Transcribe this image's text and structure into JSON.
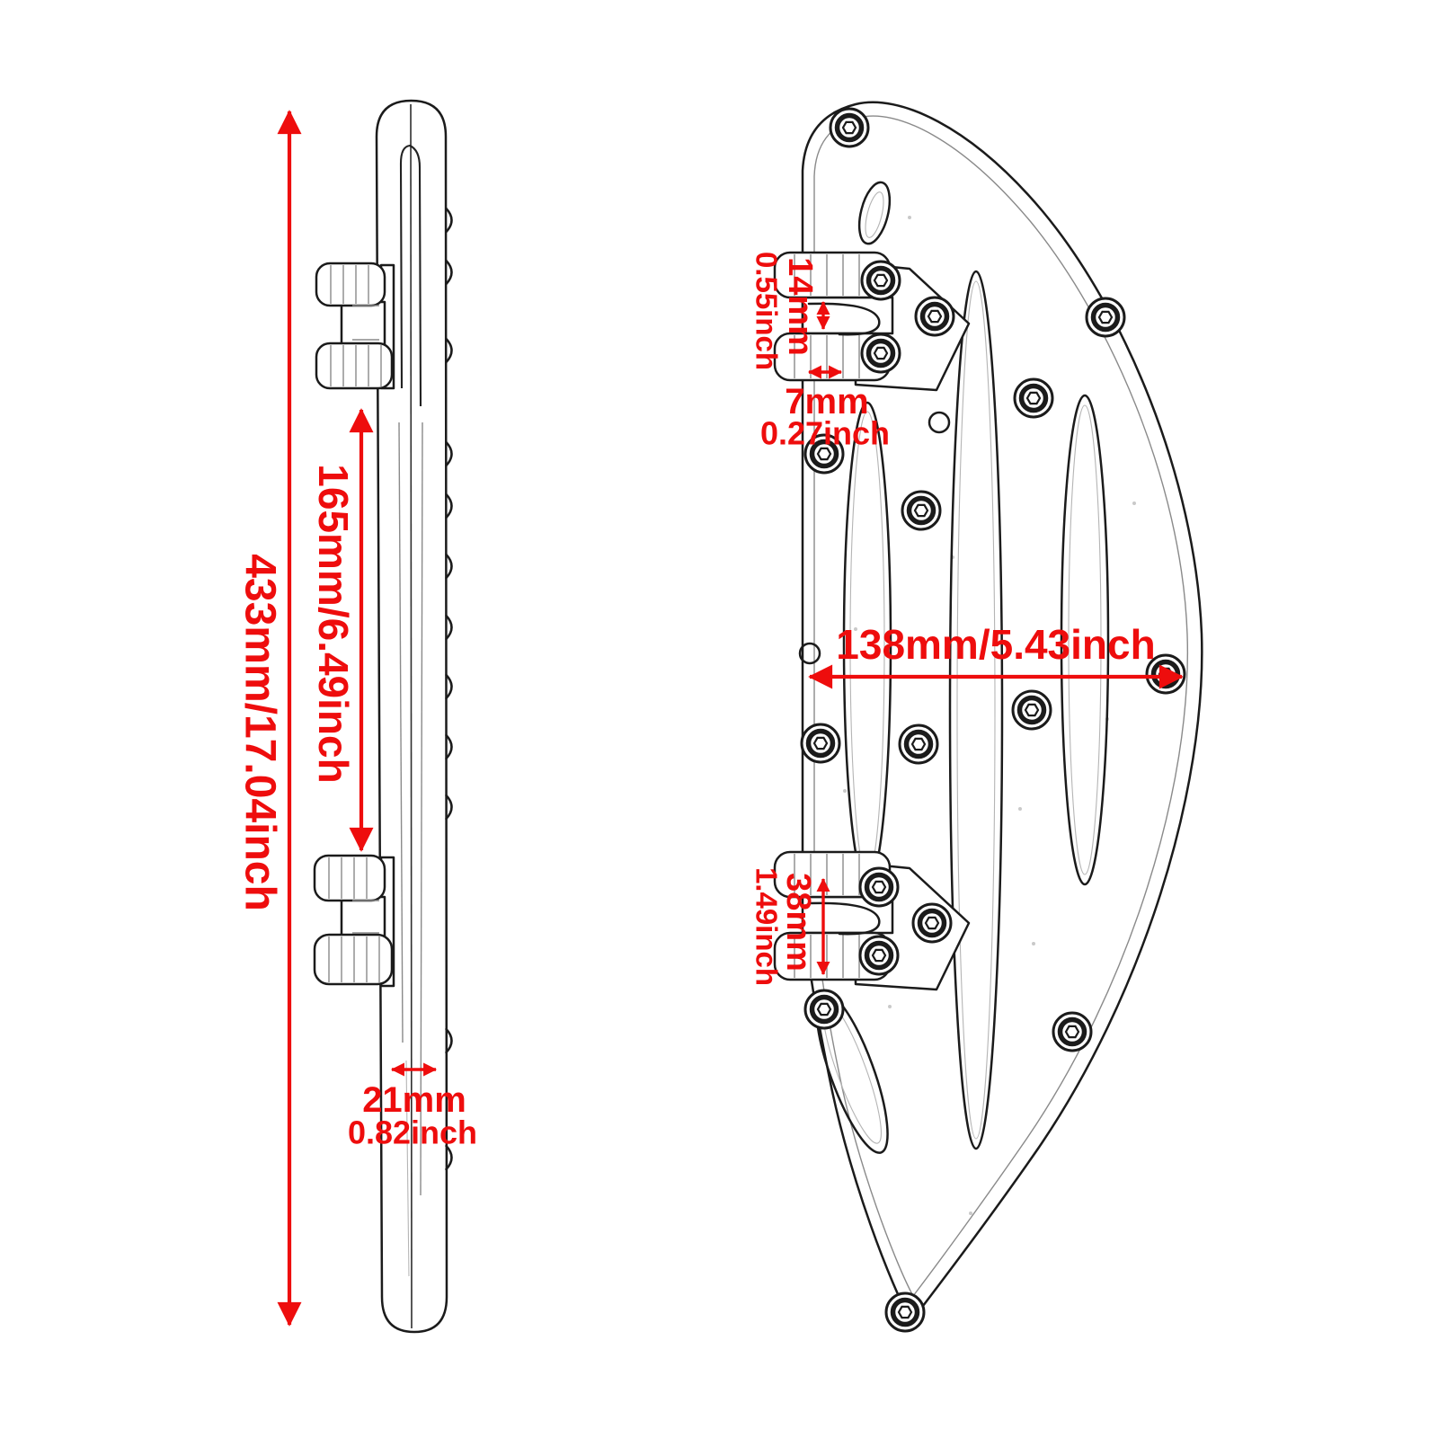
{
  "colors": {
    "dimension_red": "#ee0d0d",
    "drawing_line": "#1b1b1b",
    "background": "#ffffff"
  },
  "dimensions": {
    "overall_length": {
      "label": "433mm/17.04inch"
    },
    "clamp_spacing": {
      "label": "165mm/6.49inch"
    },
    "board_thickness": {
      "mm": "21mm",
      "inch": "0.82inch"
    },
    "clamp_jaw_gap": {
      "mm": "14mm",
      "inch": "0.55inch"
    },
    "edge_offset": {
      "mm": "7mm",
      "inch": "0.27inch"
    },
    "board_width": {
      "label": "138mm/5.43inch"
    },
    "clamp_block_span": {
      "mm": "38mm",
      "inch": "1.49inch"
    }
  }
}
